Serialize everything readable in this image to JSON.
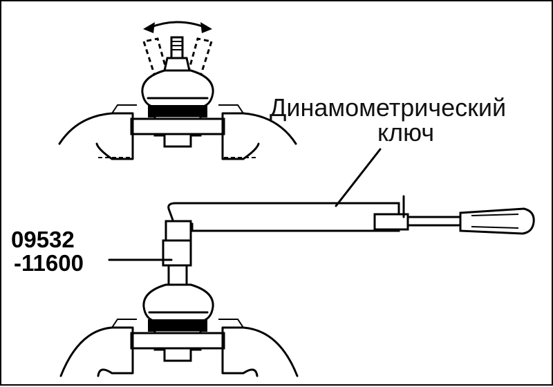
{
  "labels": {
    "torque_wrench_line1": "Динамометрический",
    "torque_wrench_line2": "ключ",
    "tool_number_line1": "09532",
    "tool_number_line2": "-11600"
  }
}
